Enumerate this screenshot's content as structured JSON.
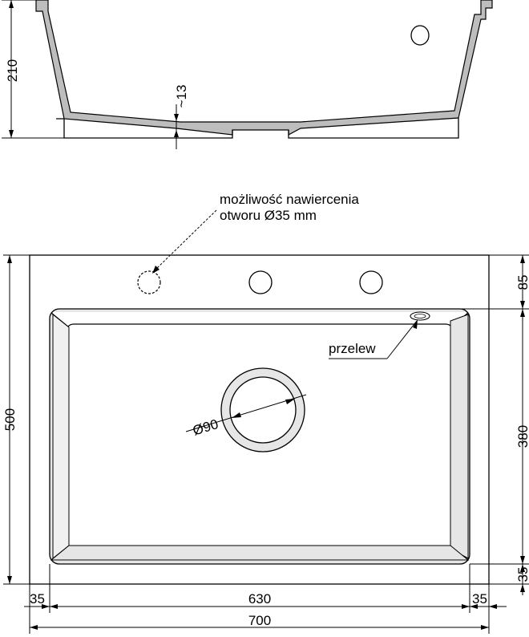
{
  "side_view": {
    "height_dim": "210",
    "wall_dim": "~13"
  },
  "top_view": {
    "tap_hole_note_line1": "możliwość nawiercenia",
    "tap_hole_note_line2": "otworu Ø35 mm",
    "overflow_label": "przelew",
    "drain_dim": "Ø90",
    "dims": {
      "total_depth": "500",
      "hole_offset": "85",
      "bowl_depth": "380",
      "rim_bottom": "35",
      "rim_left": "35",
      "bowl_width": "630",
      "rim_right": "35",
      "total_width": "700"
    }
  },
  "colors": {
    "ink": "#000000",
    "wall_fill": "#bdbdbd",
    "rim_fill": "#e6e6e6"
  }
}
